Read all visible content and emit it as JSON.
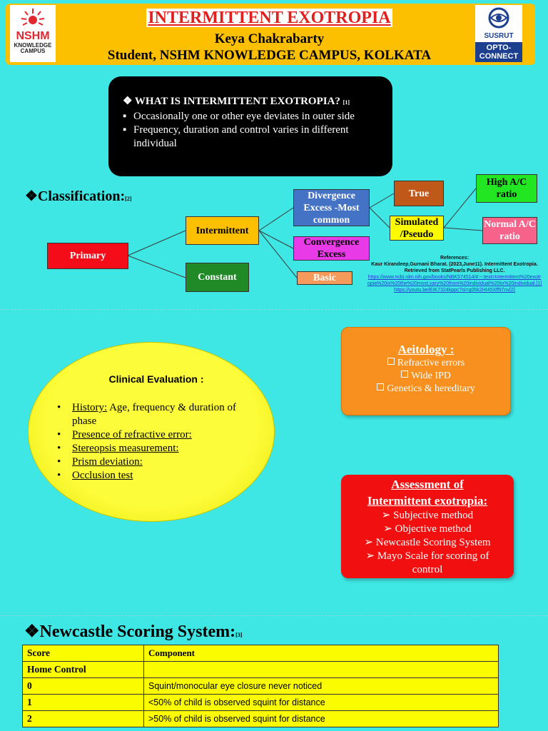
{
  "header": {
    "title": "INTERMITTENT EXOTROPIA",
    "author": "Keya Chakrabarty",
    "affiliation": "Student, NSHM KNOWLEDGE CAMPUS, KOLKATA",
    "logo_left": {
      "brand": "NSHM",
      "sub1": "KNOWLEDGE",
      "sub2": "CAMPUS"
    },
    "logo_right": {
      "brand": "SUSRUT",
      "line1": "OPTO-",
      "line2": "CONNECT"
    }
  },
  "what_is": {
    "heading": "❖ WHAT IS INTERMITTENT EXOTROPIA?",
    "ref": "[1]",
    "bullets": [
      "Occasionally one or other eye deviates in outer side",
      "Frequency, duration and control varies in different  individual"
    ]
  },
  "classification": {
    "title": "❖Classification:",
    "ref": "[2]",
    "nodes": {
      "primary": "Primary",
      "intermittent": "Intermittent",
      "constant": "Constant",
      "divergence": "Divergence Excess -Most common",
      "convergence": "Convergence Excess",
      "basic": "Basic",
      "true": "True",
      "simulated": "Simulated /Pseudo",
      "high_ac": "High A/C ratio",
      "normal_ac": "Normal A/C ratio"
    },
    "colors": {
      "primary": "#f40d18",
      "intermittent": "#fdc000",
      "constant": "#1f8a26",
      "divergence": "#4472c4",
      "convergence": "#e83ae6",
      "basic": "#f59a5a",
      "true": "#c0581a",
      "simulated": "#fafa00",
      "high_ac": "#22e622",
      "normal_ac": "#f7628a"
    }
  },
  "references": {
    "heading": "References:",
    "citation": "Kaur Kirandeep,Gurnani Bharat. (2023,June11). Intermittent Exotropia. Retrieved from StatPearls Publishing LLC.",
    "link1": "https://www.ncbi.nlm.nih.gov/books/NBK574514/#:~:text=Intermittent%20exotropia%20is%20the%20most,vary%20from%20individual%20to%20individual.[1]",
    "link2": "https://youtu.be/EIK7324kppc?si=g0hk2HI45Xff97nv[2]"
  },
  "clinical": {
    "title": "Clinical Evaluation :",
    "items": [
      {
        "label": "History:",
        "rest": " Age, frequency & duration of phase"
      },
      {
        "label": "Presence of refractive error:",
        "rest": ""
      },
      {
        "label": "Stereopsis measurement:",
        "rest": ""
      },
      {
        "label": "Prism deviation:",
        "rest": ""
      },
      {
        "label": "Occlusion test",
        "rest": ""
      }
    ]
  },
  "aetiology": {
    "title": "Aeitology :",
    "items": [
      "Refractive errors",
      "Wide IPD",
      "Genetics & hereditary"
    ]
  },
  "assessment": {
    "title_line1": "Assessment of",
    "title_line2": "Intermittent exotropia:",
    "items": [
      "Subjective method",
      "Objective method",
      "Newcastle Scoring System",
      "Mayo Scale for scoring of control"
    ]
  },
  "newcastle": {
    "title": "❖Newcastle Scoring System:",
    "ref": "[3]",
    "headers": [
      "Score",
      "Component"
    ],
    "rows": [
      [
        "Home Control",
        ""
      ],
      [
        "0",
        "Squint/monocular eye closure never noticed"
      ],
      [
        "1",
        "<50% of  child is observed squint for distance"
      ],
      [
        "2",
        ">50% of  child is observed squint for distance"
      ]
    ]
  }
}
